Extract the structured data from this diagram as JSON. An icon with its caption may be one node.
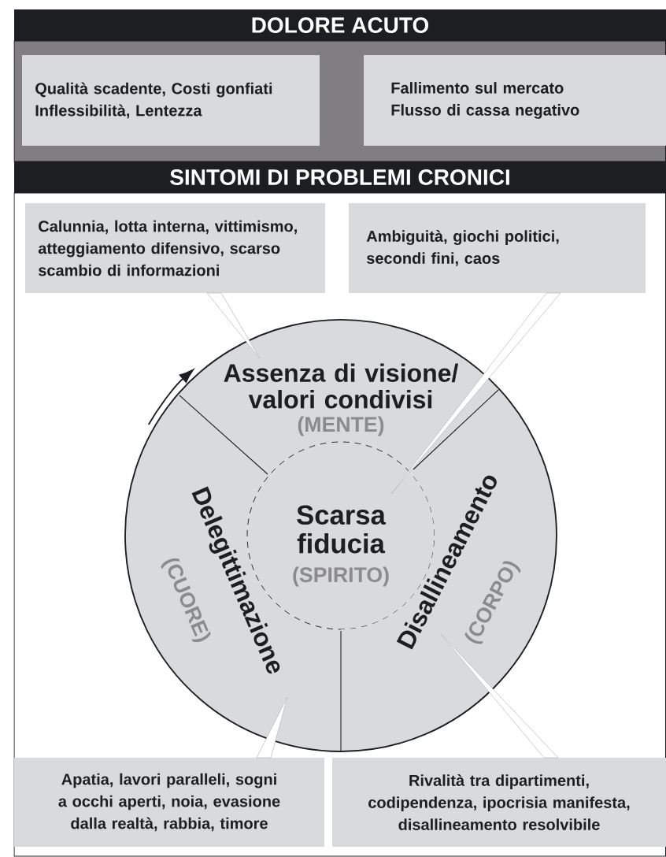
{
  "diagram": {
    "nodes": [
      {
        "text": [
          "DOLORE ACUTO"
        ]
      },
      {
        "text": [
          "Qualità scadente, Costi gonfiati Inflessibilità, Lentezza"
        ],
        "in": 0
      },
      {
        "text": [
          "Fallimento sul mercato Flusso di cassa negativo"
        ],
        "in": 0
      },
      {
        "text": [
          "SINTOMI DI PROBLEMI CRONICI"
        ]
      },
      {
        "text": [
          "Calunnia, lotta interna, vittimismo, atteggiamento difensivo, scarso scambio di informazioni"
        ],
        "in": 3
      },
      {
        "text": [
          "Ambiguità, giochi politici, secondi fini, caos"
        ],
        "in": 3
      },
      {
        "text": [
          "Assenza di visione/ valori condivisi",
          "(MENTE)"
        ],
        "in": 3
      },
      {
        "text": [
          "Delegittimazione",
          "(CUORE)"
        ],
        "in": 3
      },
      {
        "text": [
          "Scarsa fiducia",
          "(SPIRITO)"
        ],
        "in": 3
      },
      {
        "text": [
          "Disallineamento",
          "(CORPO)"
        ],
        "in": 3
      },
      {
        "text": [
          "Apatia, lavori paralleli, sogni a occhi aperti, noia, evasione dalla realtà, rabbia, timore"
        ],
        "in": 3
      },
      {
        "text": [
          "Rivalità tra dipartimenti, codipendenza, ipocrisia manifesta, disallineamento resolvibile"
        ],
        "in": 3
      }
    ],
    "edges": [
      {
        "from": 4,
        "to": 6,
        "arrow": "none"
      },
      {
        "from": 5,
        "to": 8,
        "arrow": "none"
      },
      {
        "from": 10,
        "to": 7,
        "arrow": "none"
      },
      {
        "from": 11,
        "to": 9,
        "arrow": "none"
      }
    ]
  }
}
